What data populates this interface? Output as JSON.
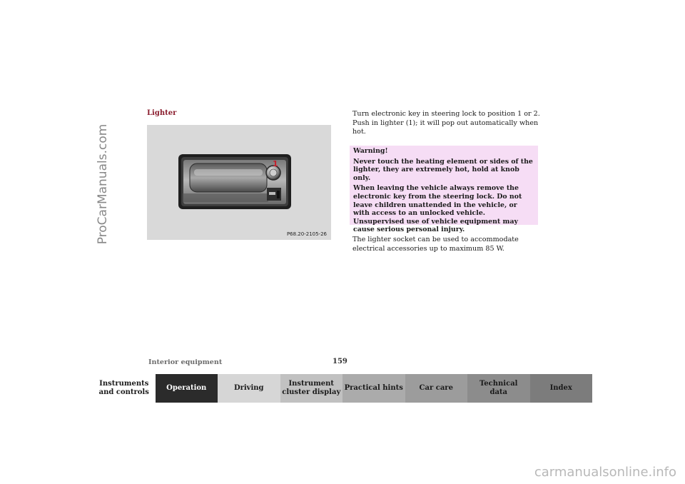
{
  "watermarks": {
    "left": "ProCarManuals.com",
    "bottom": "carmanualsonline.info"
  },
  "section": {
    "title": "Lighter"
  },
  "figure": {
    "callout_number": "1",
    "image_code": "P68.20-2105-26"
  },
  "content": {
    "para1": "Turn electronic key in steering lock to position 1 or 2. Push in lighter (1); it will pop out automatically when hot.",
    "warning": {
      "title": "Warning!",
      "text1": "Never touch the heating element or sides of the lighter, they are extremely hot, hold at knob only.",
      "text2": "When leaving the vehicle always remove the electronic key from the steering lock. Do not leave children unattended in the vehicle, or with access to an unlocked vehicle. Unsupervised use of vehicle equipment may cause serious personal injury."
    },
    "para2": "The lighter socket can be used to accommodate electrical accessories up to maximum 85 W."
  },
  "footer": {
    "section": "Interior equipment",
    "page_number": "159"
  },
  "nav": {
    "tabs": [
      {
        "label": "Instruments\nand controls"
      },
      {
        "label": "Operation",
        "active": true
      },
      {
        "label": "Driving"
      },
      {
        "label": "Instrument\ncluster display"
      },
      {
        "label": "Practical hints"
      },
      {
        "label": "Car care"
      },
      {
        "label": "Technical\ndata"
      },
      {
        "label": "Index"
      }
    ]
  }
}
